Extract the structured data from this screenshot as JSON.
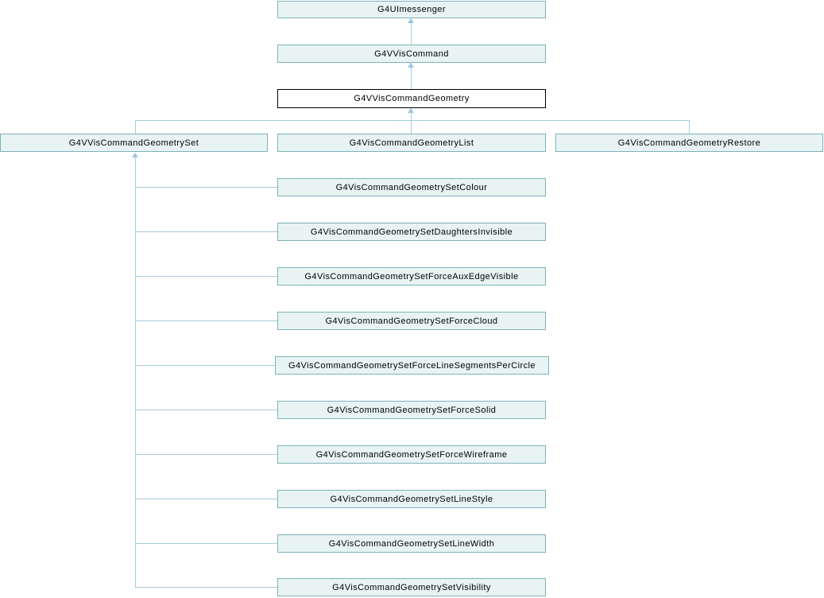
{
  "diagram": {
    "type": "class-inheritance-graph",
    "nodes": [
      {
        "id": "g4uimessenger",
        "label": "G4UImessenger",
        "role": "base-class"
      },
      {
        "id": "g4vviscommand",
        "label": "G4VVisCommand",
        "role": "base-class"
      },
      {
        "id": "g4vviscommandgeometry",
        "label": "G4VVisCommandGeometry",
        "role": "current-class",
        "current": true
      },
      {
        "id": "g4vviscommandgeometryset",
        "label": "G4VVisCommandGeometrySet",
        "role": "derived-class"
      },
      {
        "id": "g4viscommandgeometrylist",
        "label": "G4VisCommandGeometryList",
        "role": "derived-class"
      },
      {
        "id": "g4viscommandgeometryrestore",
        "label": "G4VisCommandGeometryRestore",
        "role": "derived-class"
      },
      {
        "id": "g4viscommandgeometrysetcolour",
        "label": "G4VisCommandGeometrySetColour",
        "role": "derived-class"
      },
      {
        "id": "g4viscommandgeometrysetdaughtersinvisible",
        "label": "G4VisCommandGeometrySetDaughtersInvisible",
        "role": "derived-class"
      },
      {
        "id": "g4viscommandgeometrysetforceauxedgevisible",
        "label": "G4VisCommandGeometrySetForceAuxEdgeVisible",
        "role": "derived-class"
      },
      {
        "id": "g4viscommandgeometrysetforcecloud",
        "label": "G4VisCommandGeometrySetForceCloud",
        "role": "derived-class"
      },
      {
        "id": "g4viscommandgeometrysetforcelinesegmentspercircle",
        "label": "G4VisCommandGeometrySetForceLineSegmentsPerCircle",
        "role": "derived-class"
      },
      {
        "id": "g4viscommandgeometrysetforcesolid",
        "label": "G4VisCommandGeometrySetForceSolid",
        "role": "derived-class"
      },
      {
        "id": "g4viscommandgeometrysetforcewireframe",
        "label": "G4VisCommandGeometrySetForceWireframe",
        "role": "derived-class"
      },
      {
        "id": "g4viscommandgeometrysetlinestyle",
        "label": "G4VisCommandGeometrySetLineStyle",
        "role": "derived-class"
      },
      {
        "id": "g4viscommandgeometrysetlinewidth",
        "label": "G4VisCommandGeometrySetLineWidth",
        "role": "derived-class"
      },
      {
        "id": "g4viscommandgeometrysetvisibility",
        "label": "G4VisCommandGeometrySetVisibility",
        "role": "derived-class"
      }
    ],
    "colors": {
      "node_fill": "#e8f4f4",
      "node_border": "#7eb2b8",
      "current_node_fill": "#ffffff",
      "current_node_border": "#000000",
      "edge": "#a3cce0",
      "arrow": "#9cc6de",
      "text": "#000000"
    }
  }
}
